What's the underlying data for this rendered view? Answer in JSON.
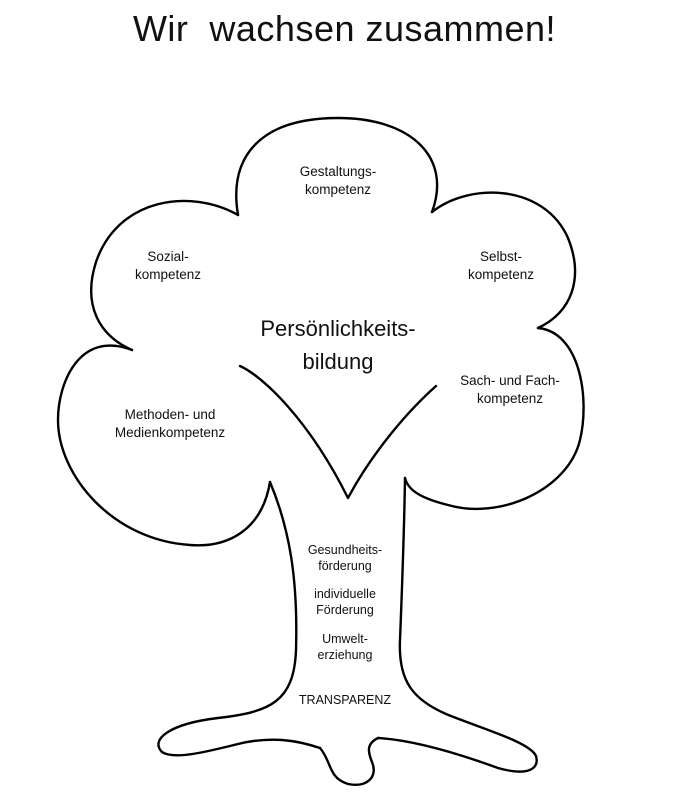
{
  "title": "Wir  wachsen zusammen!",
  "crown": {
    "center_line1": "Persönlichkeits-",
    "center_line2": "bildung",
    "top_line1": "Gestaltungs-",
    "top_line2": "kompetenz",
    "upper_left_line1": "Sozial-",
    "upper_left_line2": "kompetenz",
    "upper_right_line1": "Selbst-",
    "upper_right_line2": "kompetenz",
    "lower_left_line1": "Methoden- und",
    "lower_left_line2": "Medienkompetenz",
    "lower_right_line1": "Sach- und Fach-",
    "lower_right_line2": "kompetenz"
  },
  "trunk": {
    "item1_line1": "Gesundheits-",
    "item1_line2": "förderung",
    "item2_line1": "individuelle",
    "item2_line2": "Förderung",
    "item3_line1": "Umwelt-",
    "item3_line2": "erziehung",
    "roots": "TRANSPARENZ"
  },
  "colors": {
    "line": "#000000",
    "background": "#ffffff",
    "text": "#111111"
  }
}
